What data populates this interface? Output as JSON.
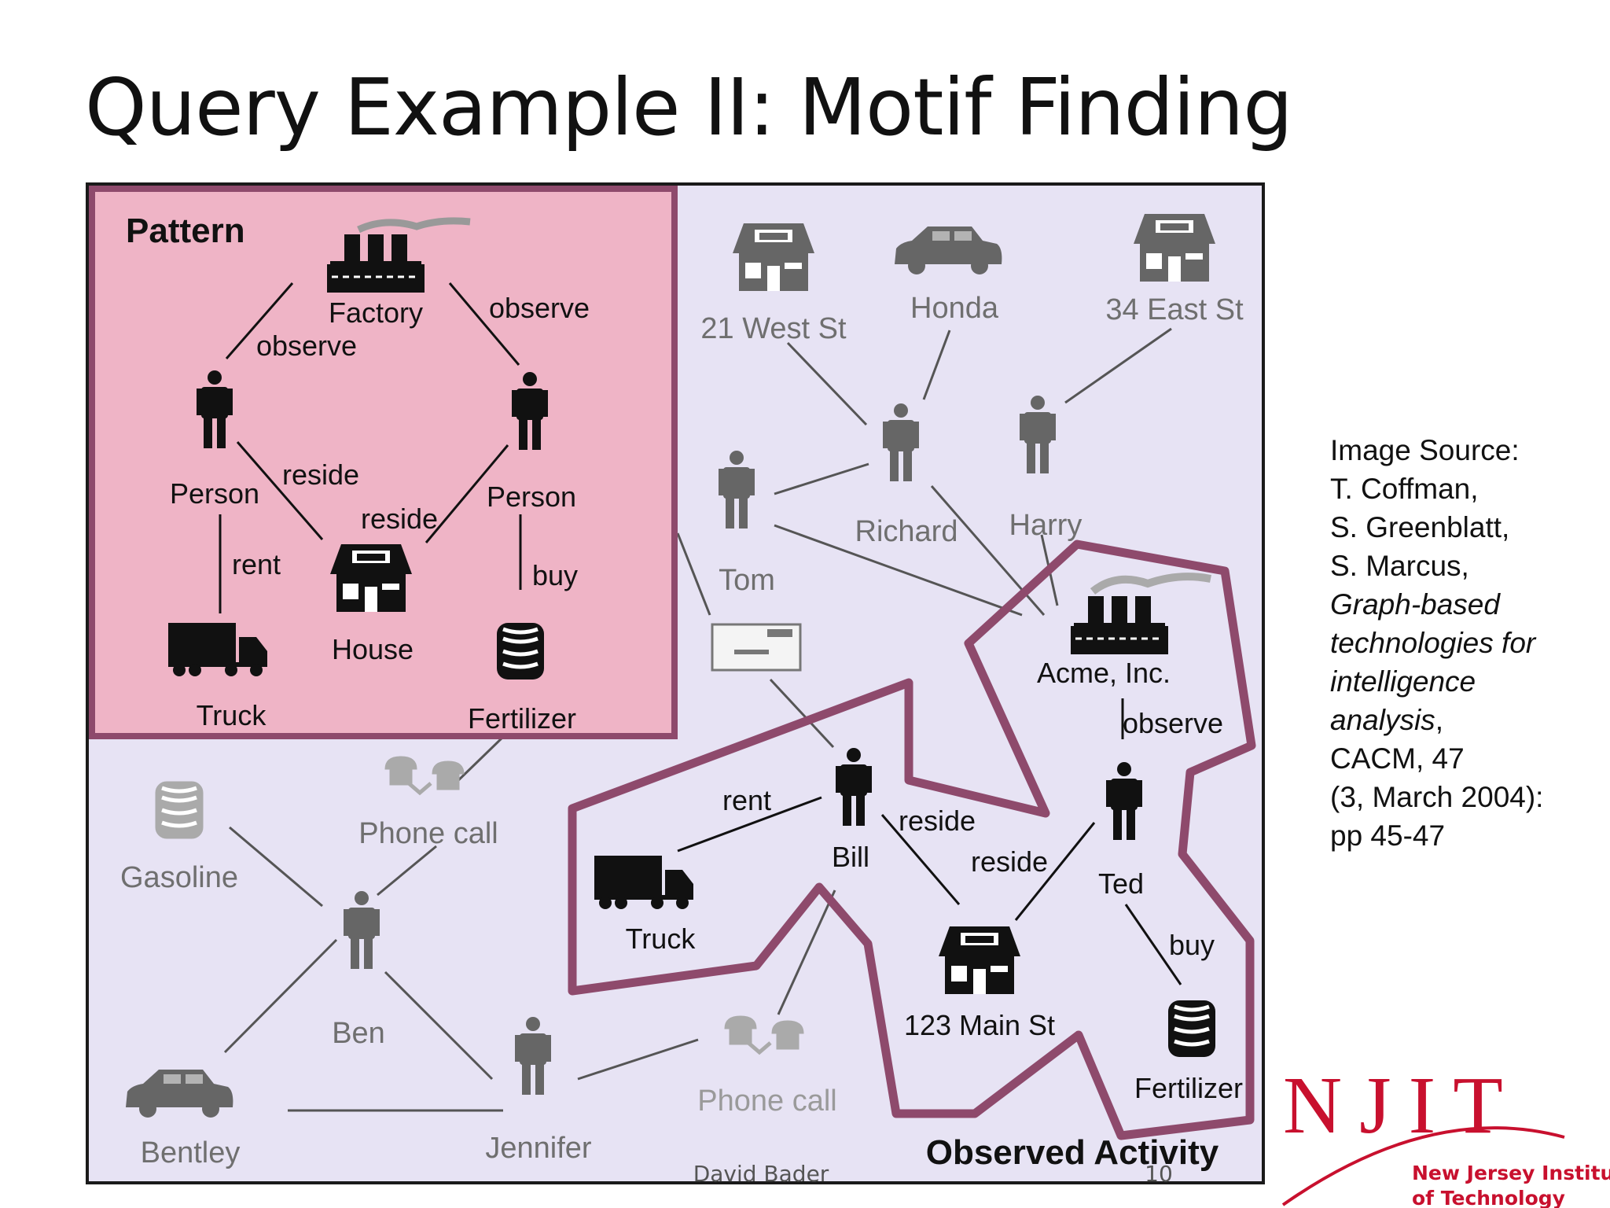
{
  "slide": {
    "title": "Query Example II: Motif Finding",
    "footer_author": "David Bader",
    "page_number": "10"
  },
  "pattern_panel": {
    "heading": "Pattern",
    "nodes": {
      "factory": "Factory",
      "person_left": "Person",
      "person_right": "Person",
      "house": "House",
      "truck": "Truck",
      "fertilizer": "Fertilizer"
    },
    "edges": {
      "observe_left": "observe",
      "observe_right": "observe",
      "reside_left": "reside",
      "reside_right": "reside",
      "rent": "rent",
      "buy": "buy"
    }
  },
  "activity_panel": {
    "heading": "Observed Activity",
    "nodes": {
      "west_st": "21 West St",
      "honda": "Honda",
      "east_st": "34 East St",
      "tom": "Tom",
      "richard": "Richard",
      "harry": "Harry",
      "acme": "Acme, Inc.",
      "bill": "Bill",
      "ted": "Ted",
      "truck": "Truck",
      "main_st": "123 Main St",
      "fertilizer": "Fertilizer",
      "gasoline": "Gasoline",
      "phone_call_1": "Phone call",
      "phone_call_2": "Phone call",
      "ben": "Ben",
      "jennifer": "Jennifer",
      "bentley": "Bentley"
    },
    "edges": {
      "rent": "rent",
      "reside_bill": "reside",
      "reside_ted": "reside",
      "observe": "observe",
      "buy": "buy"
    }
  },
  "image_source": {
    "line1": "Image Source:",
    "line2": "T. Coffman,",
    "line3": "S. Greenblatt,",
    "line4": "S. Marcus,",
    "line5": "Graph-based",
    "line6": "technologies for",
    "line7": "intelligence",
    "line8": "analysis",
    "line8_suffix": ",",
    "line9": "CACM, 47",
    "line10": "(3, March 2004):",
    "line11": "pp 45-47"
  },
  "logo": {
    "letters": "NJIT",
    "line1": "New Jersey Institute",
    "line2": "of Technology"
  },
  "colors": {
    "pattern_bg": "#efb4c6",
    "pattern_border": "#8e4a6c",
    "activity_bg": "#e7e3f4",
    "highlight_outline": "#8e4a6c",
    "dim_gray": "#6f6f6f",
    "njit_red": "#c8102e"
  }
}
